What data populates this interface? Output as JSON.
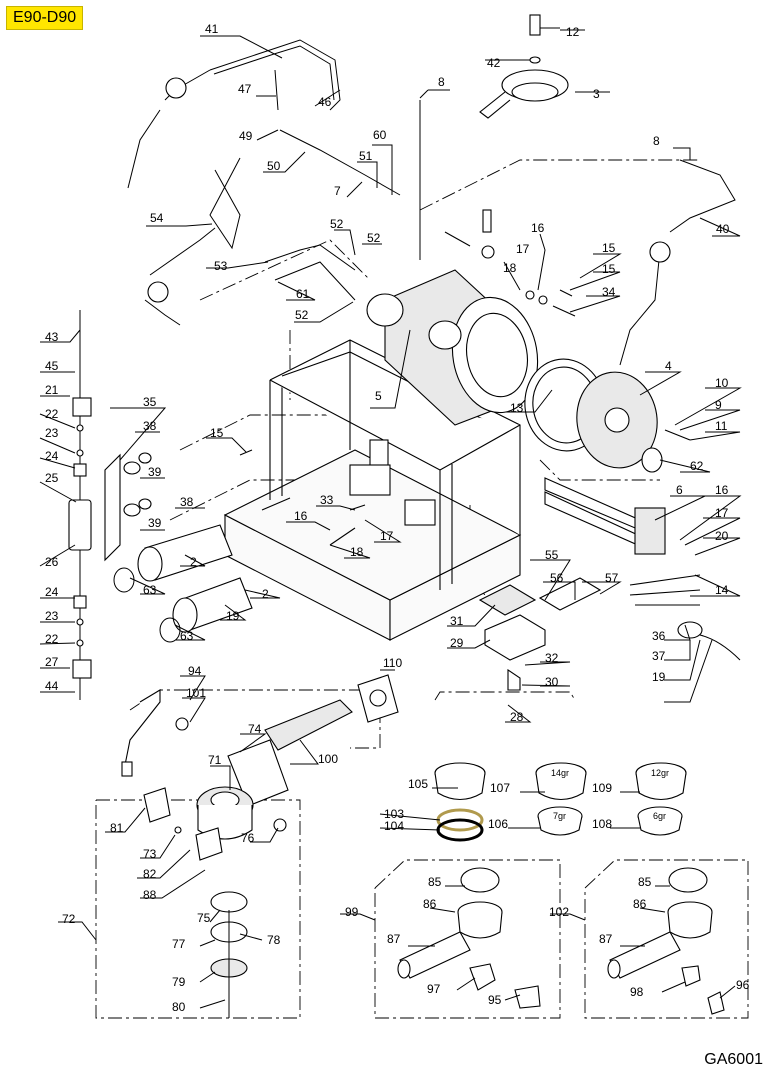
{
  "header": {
    "model_code": "E90-D90"
  },
  "footer": {
    "drawing_code": "GA6001"
  },
  "callouts": {
    "c1": "41",
    "c2": "12",
    "c3": "42",
    "c4": "3",
    "c5": "8",
    "c6": "47",
    "c7": "46",
    "c8": "49",
    "c9": "60",
    "c10": "51",
    "c11": "50",
    "c12": "7",
    "c13": "8",
    "c14": "40",
    "c15": "54",
    "c16": "52",
    "c17": "52",
    "c18": "16",
    "c19": "17",
    "c20": "15",
    "c21": "53",
    "c22": "61",
    "c23": "18",
    "c24": "15",
    "c25": "52",
    "c26": "34",
    "c27": "43",
    "c28": "45",
    "c29": "21",
    "c30": "5",
    "c31": "4",
    "c32": "10",
    "c33": "22",
    "c34": "35",
    "c35": "13",
    "c36": "9",
    "c37": "23",
    "c38": "38",
    "c39": "15",
    "c40": "11",
    "c41": "24",
    "c42": "39",
    "c43": "62",
    "c44": "25",
    "c45": "38",
    "c46": "6",
    "c47": "16",
    "c48": "33",
    "c49": "39",
    "c50": "17",
    "c51": "16",
    "c52": "17",
    "c53": "20",
    "c54": "26",
    "c55": "18",
    "c56": "2",
    "c57": "14",
    "c58": "55",
    "c59": "56",
    "c60": "57",
    "c61": "63",
    "c62": "2",
    "c63": "24",
    "c64": "31",
    "c65": "63",
    "c66": "23",
    "c67": "19",
    "c68": "29",
    "c69": "36",
    "c70": "22",
    "c71": "32",
    "c72": "37",
    "c73": "27",
    "c74": "30",
    "c75": "19",
    "c76": "44",
    "c77": "110",
    "c78": "28",
    "c79": "94",
    "c80": "101",
    "c81": "74",
    "c82": "71",
    "c83": "100",
    "c84": "105",
    "c85": "107",
    "c86": "109",
    "c87": "103",
    "c88": "104",
    "c89": "106",
    "c90": "108",
    "c91": "81",
    "c92": "73",
    "c93": "76",
    "c94": "82",
    "c95": "88",
    "c96": "85",
    "c97": "85",
    "c98": "99",
    "c99": "86",
    "c100": "102",
    "c101": "86",
    "c102": "72",
    "c103": "75",
    "c104": "87",
    "c105": "87",
    "c106": "77",
    "c107": "78",
    "c108": "97",
    "c109": "98",
    "c110": "96",
    "c111": "79",
    "c112": "95",
    "c113": "80"
  },
  "basket_marks": {
    "b1": "14gr",
    "b2": "12gr",
    "b3": "7gr",
    "b4": "6gr"
  }
}
